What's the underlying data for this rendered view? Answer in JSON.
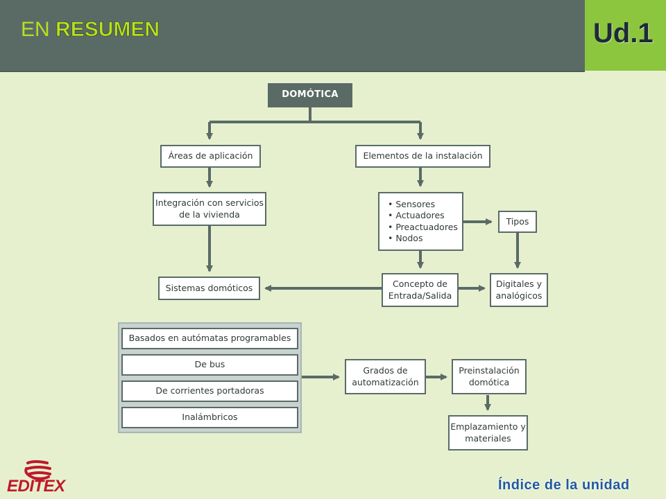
{
  "header": {
    "title_prefix": "EN",
    "title_main": "RESUMEN",
    "unit": "Ud.1"
  },
  "diagram": {
    "root": "DOMÓTICA",
    "areas": "Áreas de aplicación",
    "elementos": "Elementos de la instalación",
    "integracion": "Integración con servicios de la vivienda",
    "componentes": [
      "Sensores",
      "Actuadores",
      "Preactuadores",
      "Nodos"
    ],
    "tipos": "Tipos",
    "sistemas": "Sistemas domóticos",
    "concepto": "Concepto de Entrada/Salida",
    "digitales": "Digitales y analógicos",
    "sistemas_tipos": [
      "Basados en autómatas programables",
      "De bus",
      "De corrientes portadoras",
      "Inalámbricos"
    ],
    "grados": "Grados de automatización",
    "preinstalacion": "Preinstalación domótica",
    "emplazamiento": "Emplazamiento y materiales"
  },
  "footer": {
    "logo": "EDITEX",
    "index_link": "Índice de la unidad"
  },
  "colors": {
    "background": "#e6f0cf",
    "header": "#5a6b66",
    "accent": "#8cc63e",
    "connector": "#5a6b66",
    "logo": "#c0182b",
    "link": "#1f5a9e"
  }
}
